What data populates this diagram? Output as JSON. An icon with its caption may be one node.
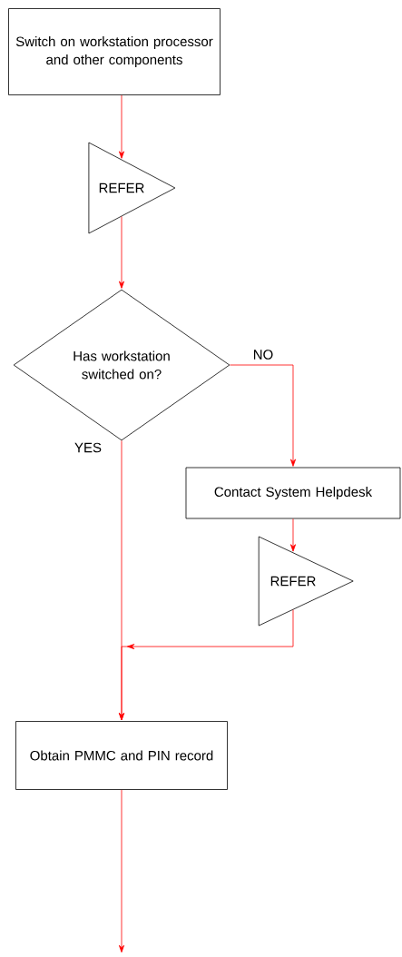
{
  "diagram": {
    "nodes": [
      {
        "text": [
          "Switch on workstation processor and other components"
        ]
      },
      {
        "text": [
          "REFER"
        ]
      },
      {
        "text": [
          "Has workstation switched on?"
        ]
      },
      {
        "text": [
          "Contact System Helpdesk"
        ]
      },
      {
        "text": [
          "REFER"
        ]
      },
      {
        "text": [
          "Obtain PMMC and PIN record"
        ]
      }
    ],
    "edges": [
      {
        "from": 0,
        "to": 1,
        "arrow": "to"
      },
      {
        "from": 1,
        "to": 2,
        "arrow": "to"
      },
      {
        "from": 2,
        "to": 3,
        "arrow": "to",
        "label": "NO"
      },
      {
        "from": 3,
        "to": 4,
        "arrow": "to"
      },
      {
        "from": 2,
        "to": 5,
        "arrow": "to",
        "label": "YES"
      },
      {
        "from": 4,
        "to": 5,
        "arrow": "to"
      },
      {
        "from": 5,
        "to": null,
        "arrow": "to"
      }
    ]
  }
}
